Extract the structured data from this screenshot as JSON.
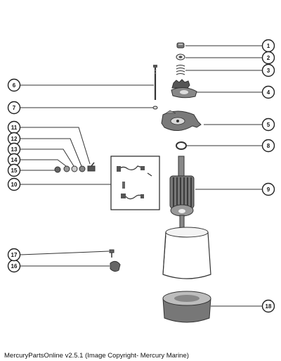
{
  "callouts": [
    {
      "num": "1"
    },
    {
      "num": "2"
    },
    {
      "num": "3"
    },
    {
      "num": "4"
    },
    {
      "num": "5"
    },
    {
      "num": "6"
    },
    {
      "num": "7"
    },
    {
      "num": "8"
    },
    {
      "num": "9"
    },
    {
      "num": "10"
    },
    {
      "num": "11"
    },
    {
      "num": "12"
    },
    {
      "num": "13"
    },
    {
      "num": "14"
    },
    {
      "num": "15"
    },
    {
      "num": "16"
    },
    {
      "num": "17"
    },
    {
      "num": "18"
    }
  ],
  "caption": "MercuryPartsOnline v2.5.1 (Image Copyright- Mercury Marine)"
}
